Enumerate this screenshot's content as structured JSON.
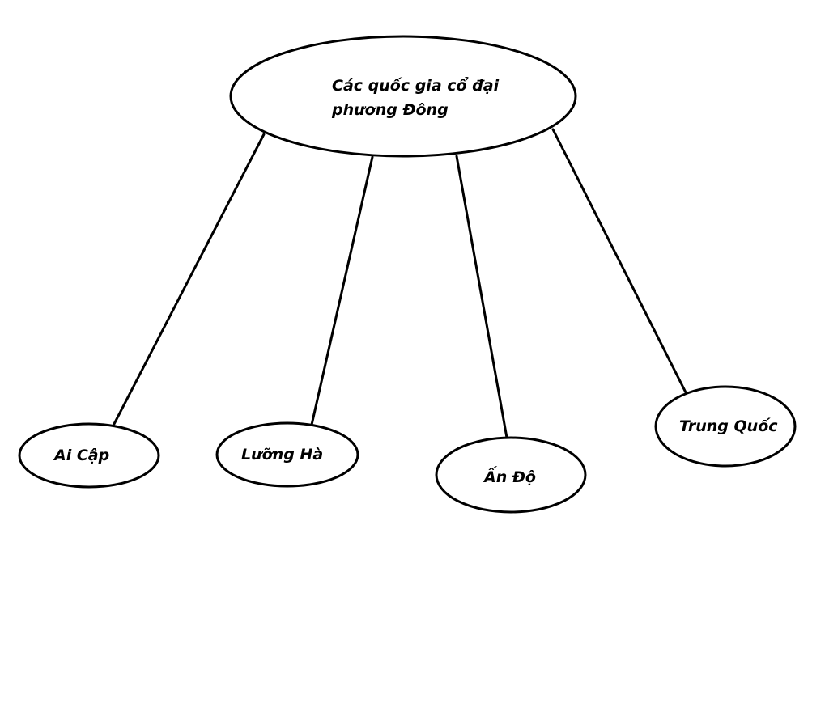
{
  "diagram": {
    "root": {
      "label_lines": [
        "Các quốc gia cổ đại",
        "phương Đông"
      ]
    },
    "children": [
      {
        "id": "ai-cap",
        "label": "Ai Cập"
      },
      {
        "id": "luong-ha",
        "label": "Lưỡng Hà"
      },
      {
        "id": "an-do",
        "label": "Ấn Độ"
      },
      {
        "id": "trung-quoc",
        "label": "Trung Quốc"
      }
    ],
    "edges": [
      {
        "from": "root",
        "to": "ai-cap"
      },
      {
        "from": "root",
        "to": "luong-ha"
      },
      {
        "from": "root",
        "to": "an-do"
      },
      {
        "from": "root",
        "to": "trung-quoc"
      }
    ]
  }
}
